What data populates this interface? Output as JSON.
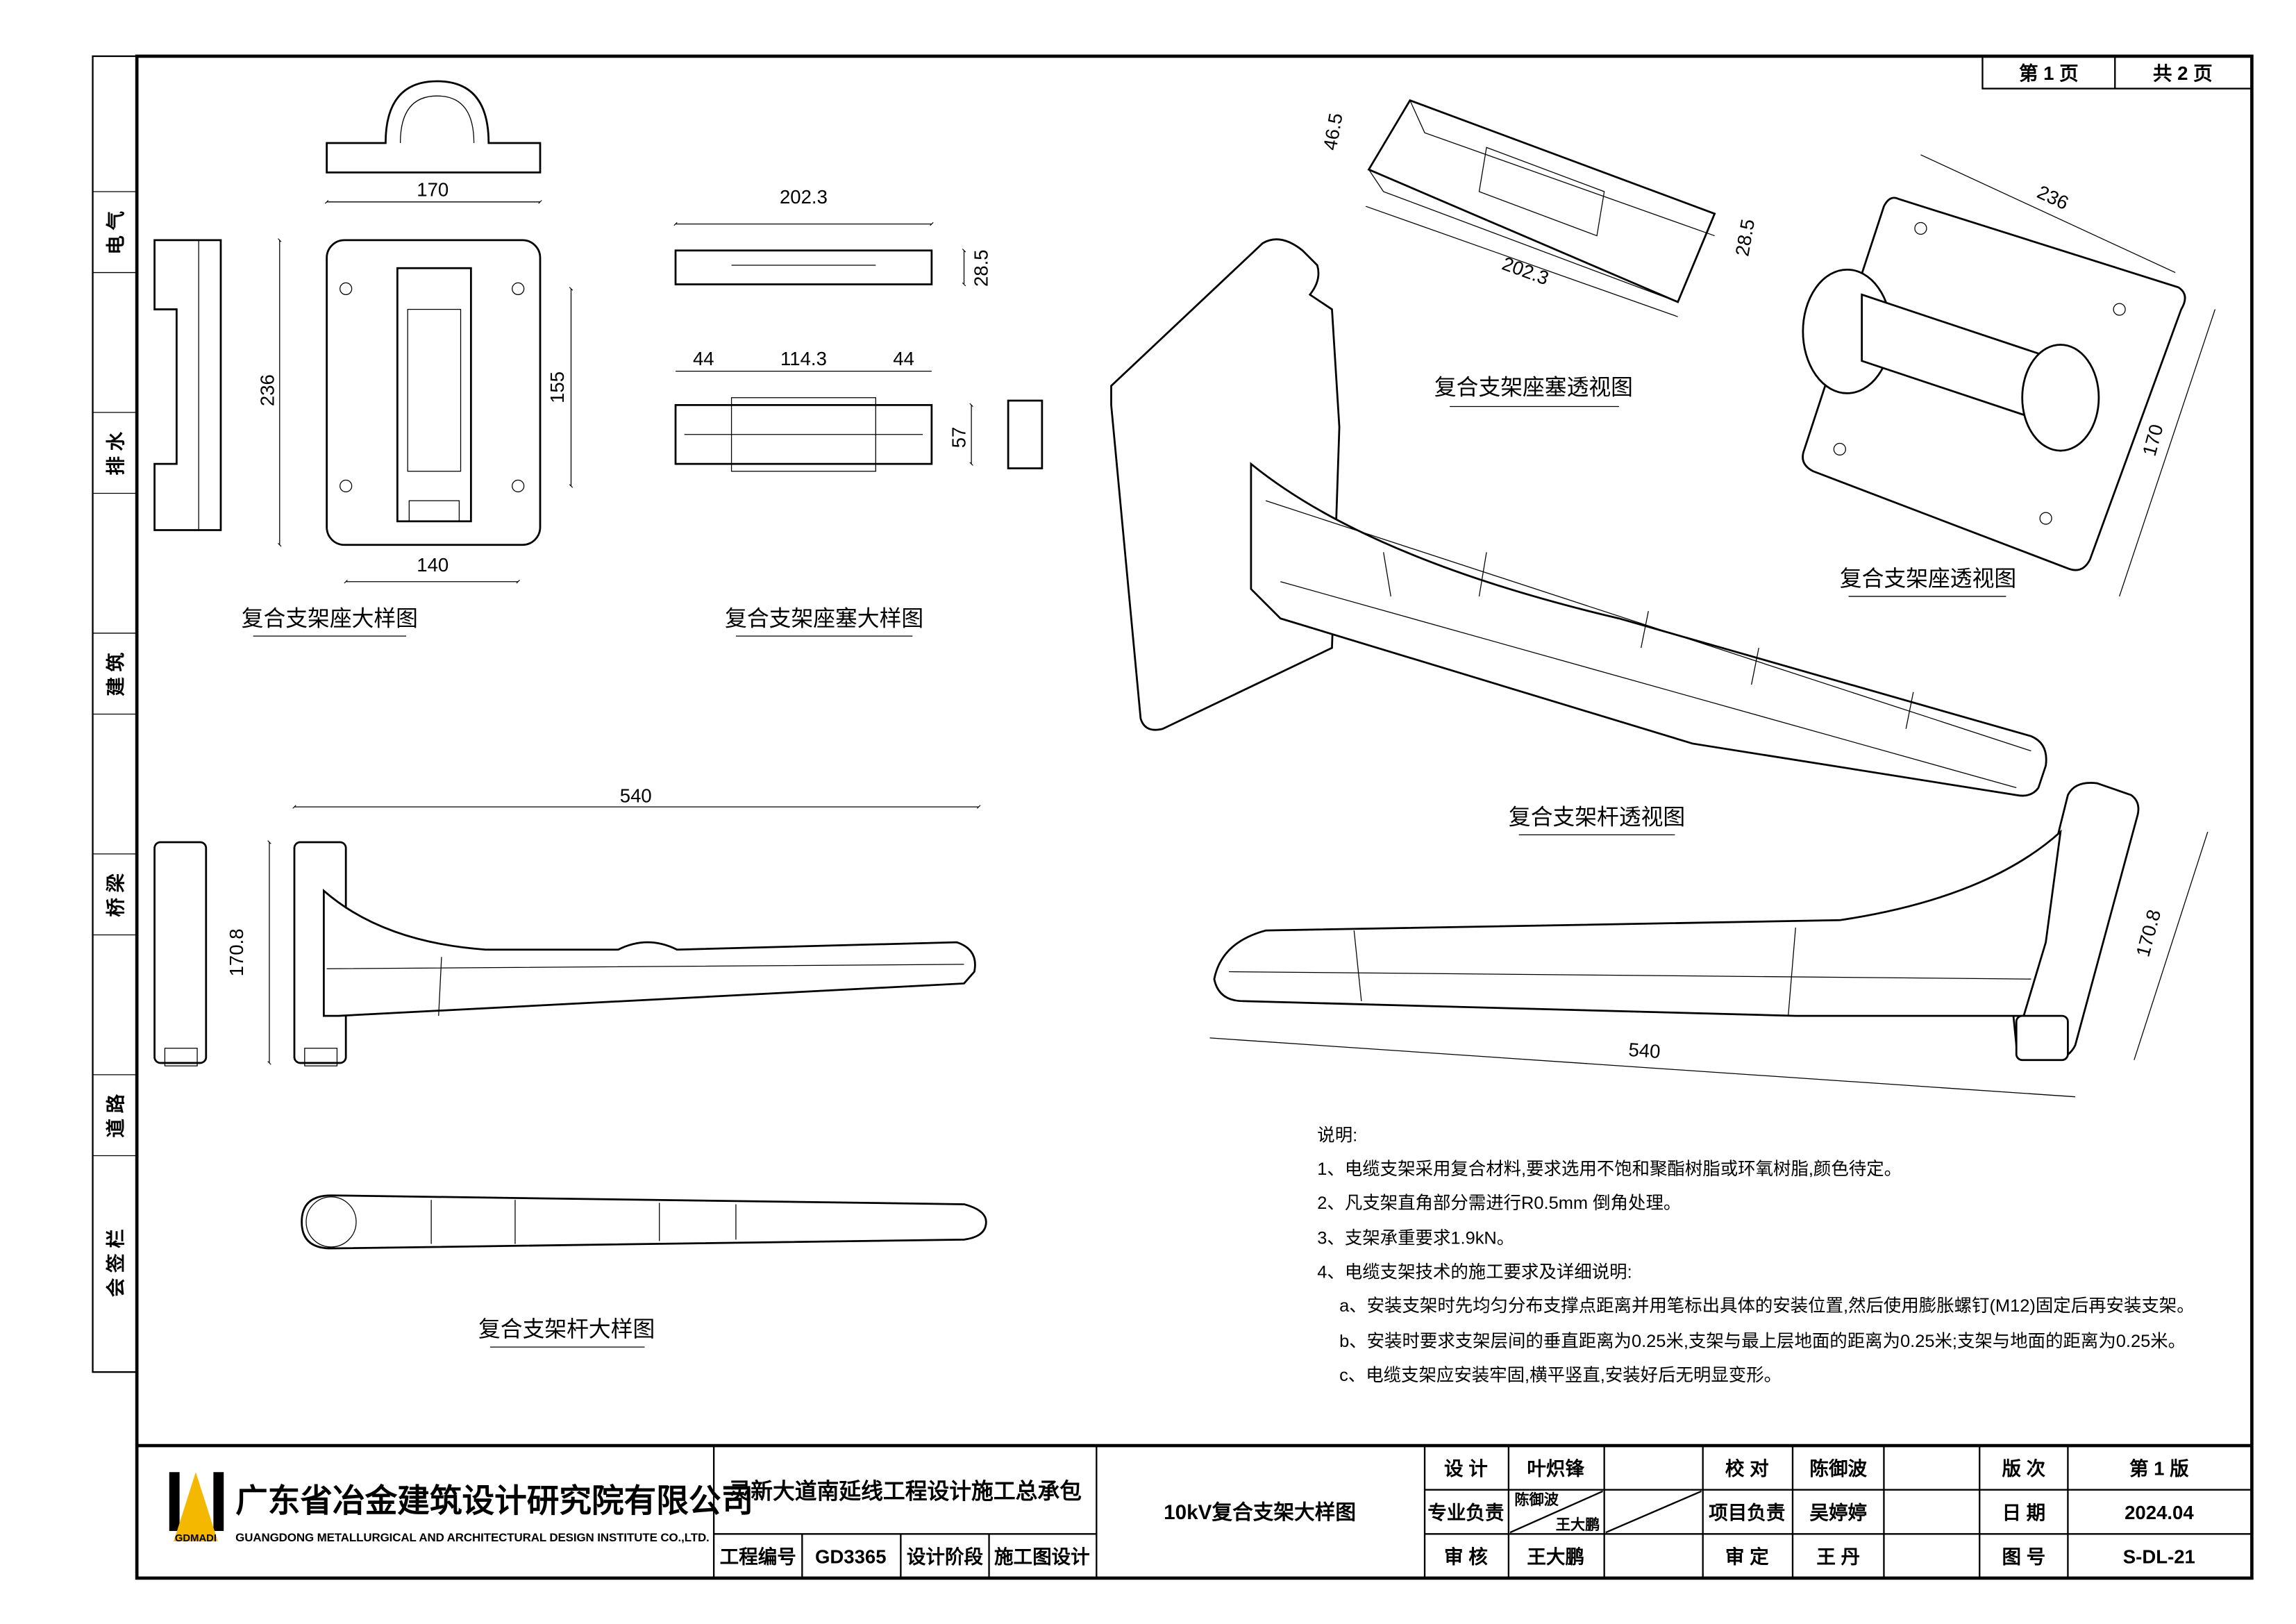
{
  "page_box": {
    "page_label": "第  1  页",
    "total_label": "共  2  页"
  },
  "sidebar": {
    "labels": [
      "电 气",
      "排 水",
      "建 筑",
      "桥 梁",
      "道 路",
      "会 签 栏"
    ]
  },
  "captions": {
    "seat_detail": "复合支架座大样图",
    "plug_detail": "复合支架座塞大样图",
    "plug_perspective": "复合支架座塞透视图",
    "seat_perspective": "复合支架座透视图",
    "arm_perspective": "复合支架杆透视图",
    "arm_detail": "复合支架杆大样图"
  },
  "dimensions": {
    "seat_width": "170",
    "seat_height": "236",
    "seat_hole_v": "155",
    "seat_hole_h": "140",
    "plug_length": "202.3",
    "plug_thickness": "28.5",
    "plug_end_left": "44",
    "plug_mid": "114.3",
    "plug_end_right": "44",
    "plug_width": "57",
    "plug_persp_height": "46.5",
    "plug_persp_length": "202.3",
    "plug_persp_thickness": "28.5",
    "seat_persp_width": "236",
    "seat_persp_height": "170",
    "arm_length": "540",
    "arm_height": "170.8",
    "arm_persp_length": "540",
    "arm_persp_height": "170.8"
  },
  "notes": {
    "title": "说明:",
    "items": [
      "1、电缆支架采用复合材料,要求选用不饱和聚酯树脂或环氧树脂,颜色待定。",
      "2、凡支架直角部分需进行R0.5mm 倒角处理。",
      "3、支架承重要求1.9kN。",
      "4、电缆支架技术的施工要求及详细说明:",
      "a、安装支架时先均匀分布支撑点距离并用笔标出具体的安装位置,然后使用膨胀螺钉(M12)固定后再安装支架。",
      "b、安装时要求支架层间的垂直距离为0.25米,支架与最上层地面的距离为0.25米;支架与地面的距离为0.25米。",
      "c、电缆支架应安装牢固,横平竖直,安装好后无明显变形。"
    ]
  },
  "title_block": {
    "company_cn": "广东省冶金建筑设计研究院有限公司",
    "company_en": "GUANGDONG METALLURGICAL AND ARCHITECTURAL DESIGN INSTITUTE CO.,LTD.",
    "logo_text": "GDMADI",
    "project_name": "灵新大道南延线工程设计施工总承包",
    "project_no_label": "工程编号",
    "project_no": "GD3365",
    "stage_label": "设计阶段",
    "stage": "施工图设计",
    "drawing_title": "10kV复合支架大样图",
    "design_label": "设  计",
    "designer": "叶炽锋",
    "discipline_label": "专业负责",
    "discipline_lead_1": "陈御波",
    "discipline_lead_2": "王大鹏",
    "review_label": "审  核",
    "reviewer": "王大鹏",
    "check_label": "校  对",
    "checker": "陈御波",
    "pm_label": "项目负责",
    "pm": "吴婷婷",
    "approve_label": "审  定",
    "approver": "王  丹",
    "version_label": "版  次",
    "version": "第 1 版",
    "date_label": "日  期",
    "date": "2024.04",
    "drawing_no_label": "图  号",
    "drawing_no": "S-DL-21"
  },
  "colors": {
    "logo_gold": "#F5B800",
    "ink": "#000000"
  }
}
